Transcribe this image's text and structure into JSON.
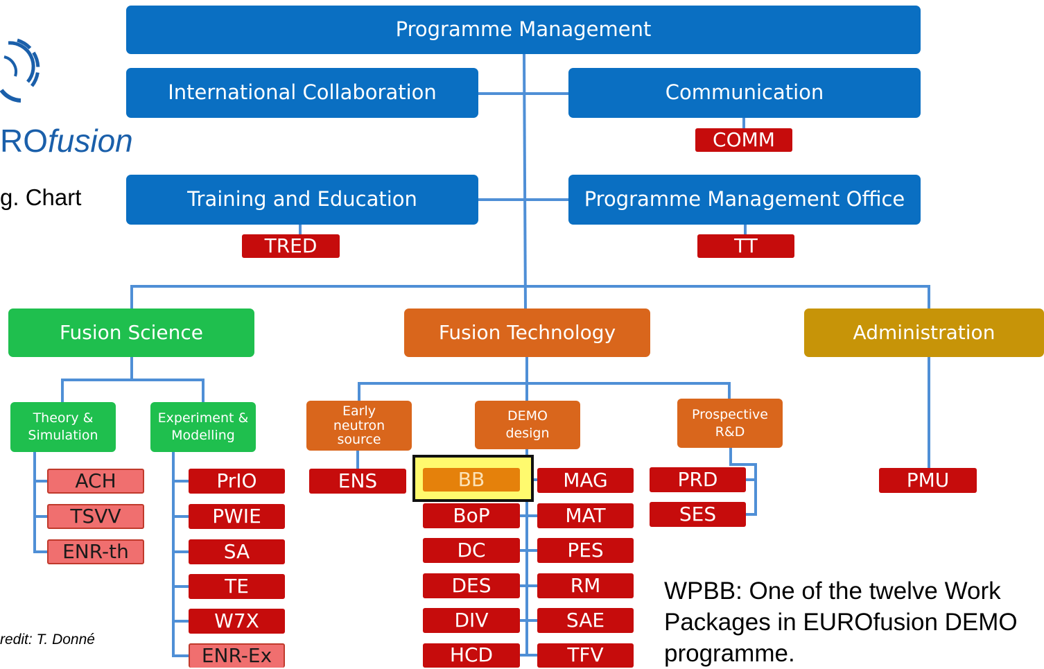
{
  "logo": {
    "prefix": "RO",
    "italic": "fusion"
  },
  "side_label": "g. Chart",
  "credit": "redit: T. Donné",
  "caption": "WPBB: One of the twelve Work Packages in EUROfusion DEMO programme.",
  "chart": {
    "top": "Programme Management",
    "international": "International Collaboration",
    "communication": "Communication",
    "comm": "COMM",
    "training": "Training and Education",
    "tred": "TRED",
    "pmo": "Programme Management Office",
    "tt": "TT",
    "fusion_science": "Fusion Science",
    "fusion_technology": "Fusion Technology",
    "administration": "Administration",
    "theory": "Theory & Simulation",
    "experiment": "Experiment & Modelling",
    "early": "Early neutron source",
    "demo": "DEMO design",
    "prospective": "Prospective R&D",
    "theory_wps": [
      "ACH",
      "TSVV",
      "ENR-th"
    ],
    "experiment_wps": [
      "PrIO",
      "PWIE",
      "SA",
      "TE",
      "W7X",
      "ENR-Ex"
    ],
    "ens": "ENS",
    "highlighted": "BB",
    "demo_left": [
      "BoP",
      "DC",
      "DES",
      "DIV",
      "HCD"
    ],
    "demo_right": [
      "MAG",
      "MAT",
      "PES",
      "RM",
      "SAE",
      "TFV"
    ],
    "prospective_wps": [
      "PRD",
      "SES"
    ],
    "pmu": "PMU"
  },
  "colors": {
    "management": "#0a6fc2",
    "science": "#1fbf4e",
    "technology": "#d9661c",
    "administration": "#c79408",
    "work_package": "#c60c0c",
    "enr_package": "#f06f6f",
    "highlight": "#fffa6e",
    "connector": "#4f8fd6"
  }
}
